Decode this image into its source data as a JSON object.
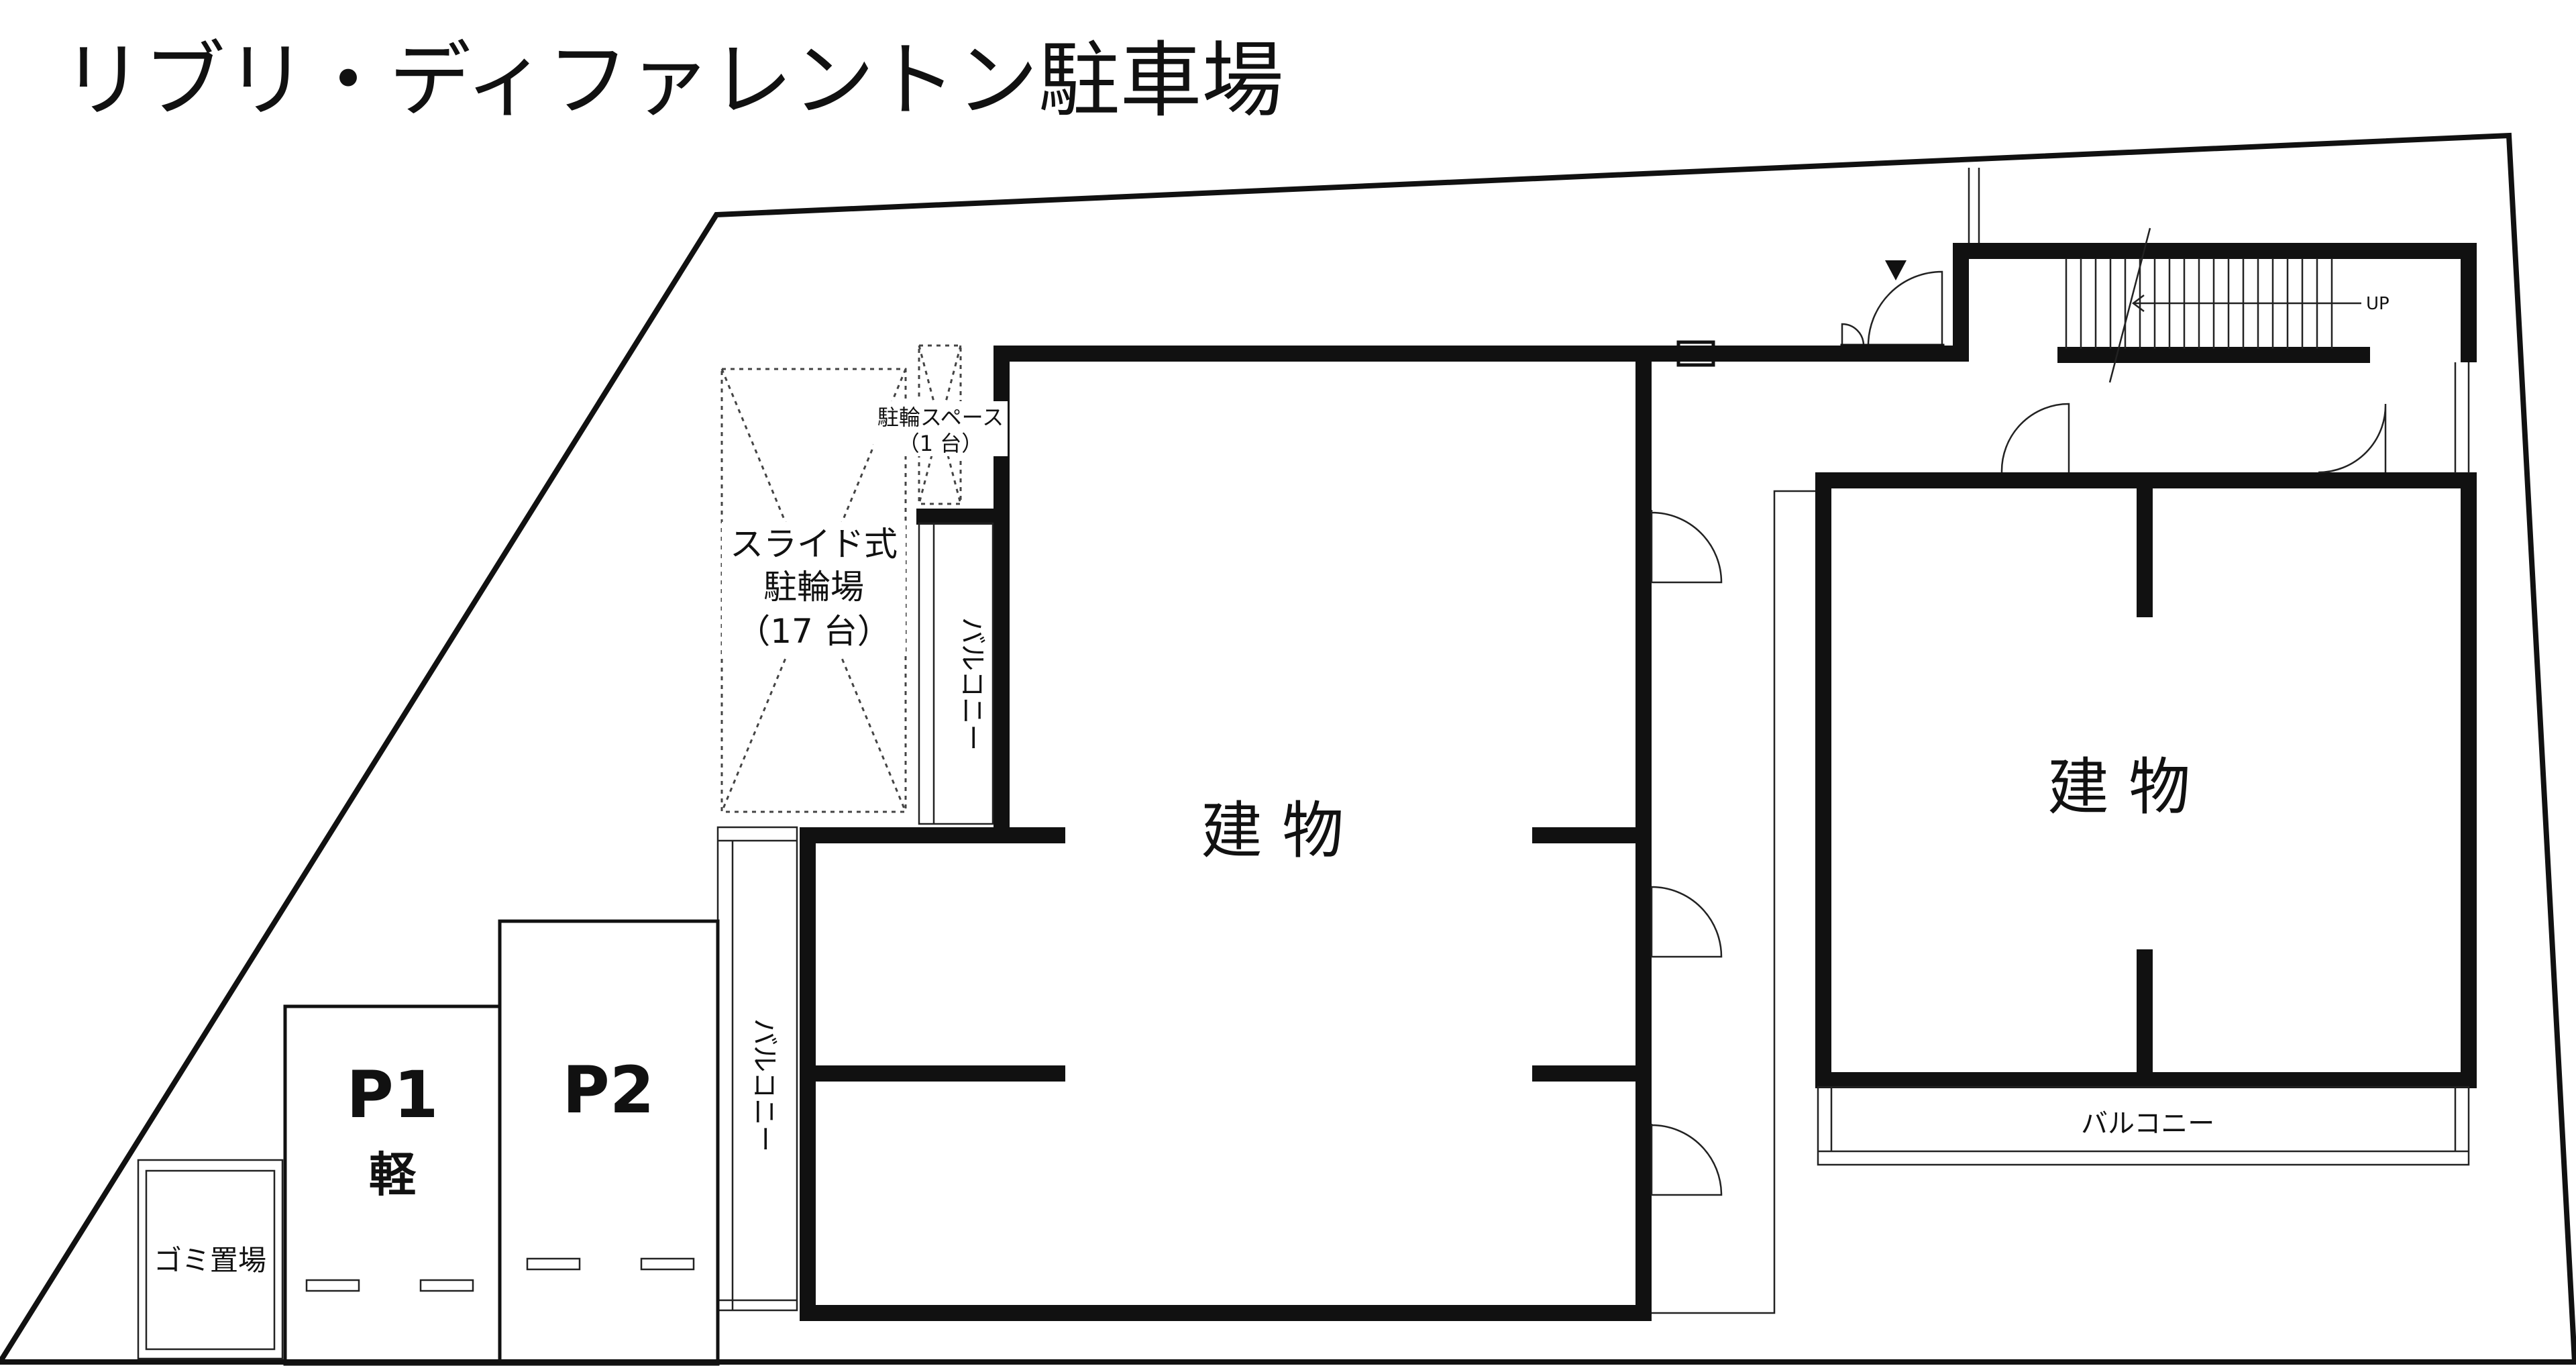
{
  "title": "リブリ・ディファレントン駐車場",
  "labels": {
    "building_main": "建 物",
    "building_right": "建 物",
    "balcony_top": "バルコニー",
    "balcony_left": "バルコニー",
    "balcony_right": "バルコニー",
    "bike_slide_line1": "スライド式",
    "bike_slide_line2": "駐輪場",
    "bike_slide_line3": "（17 台）",
    "bike_space_line1": "駐輪スペース",
    "bike_space_line2": "（1 台）",
    "parking_p1": "P1",
    "parking_p1_sub": "軽",
    "parking_p2": "P2",
    "garbage": "ゴミ置場",
    "stairs_up": "UP"
  }
}
